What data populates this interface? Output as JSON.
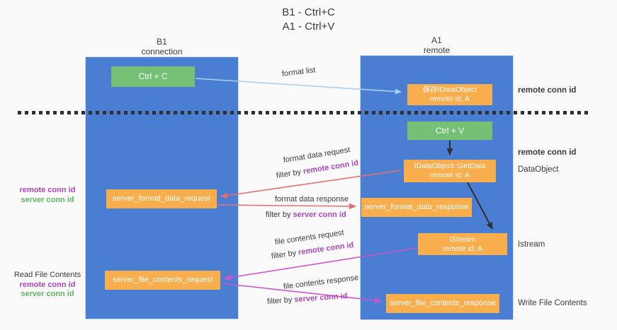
{
  "title": {
    "line1": "B1 - Ctrl+C",
    "line2": "A1 - Ctrl+V"
  },
  "lanes": {
    "left": {
      "name": "B1",
      "subtitle": "connection"
    },
    "right": {
      "name": "A1",
      "subtitle": "remote"
    }
  },
  "boxes": {
    "ctrl_c": "Ctrl + C",
    "save_idataobject_line1": "保存IDataObject",
    "save_idataobject_line2": "remote id: A",
    "ctrl_v": "Ctrl + V",
    "getdata_line1": "IDataObject::GetData",
    "getdata_line2": "remote id: A",
    "format_request": "server_format_data_request",
    "format_response": "server_format_data_response",
    "istream_line1": "IStream",
    "istream_line2": "remote id: A",
    "file_request": "server_file_contents_request",
    "file_response": "server_file_contents_response"
  },
  "arrow_labels": {
    "format_list": "format list",
    "format_data_request": "format data request",
    "format_data_response": "format data response",
    "file_contents_request": "file contents request",
    "file_contents_response": "file contents response",
    "filter_by": "filter by ",
    "remote_conn_id": "remote conn id",
    "server_conn_id": "server conn id"
  },
  "side_labels": {
    "remote_conn_id": "remote conn id",
    "server_conn_id": "server conn id",
    "dataobject": "DataObject",
    "istream": "Istream",
    "read_file_contents": "Read File Contents",
    "write_file_contents": "Write File Contents"
  },
  "colors": {
    "lane_blue": "#4a7ed2",
    "box_orange": "#f9ae4d",
    "box_green": "#74c074",
    "arrow_light_blue": "#a8d0f0",
    "arrow_salmon": "#e57070",
    "arrow_magenta": "#cc55cc",
    "arrow_black": "#2f2f2f",
    "text_purple": "#ab47bc",
    "text_green": "#5cb85c"
  }
}
